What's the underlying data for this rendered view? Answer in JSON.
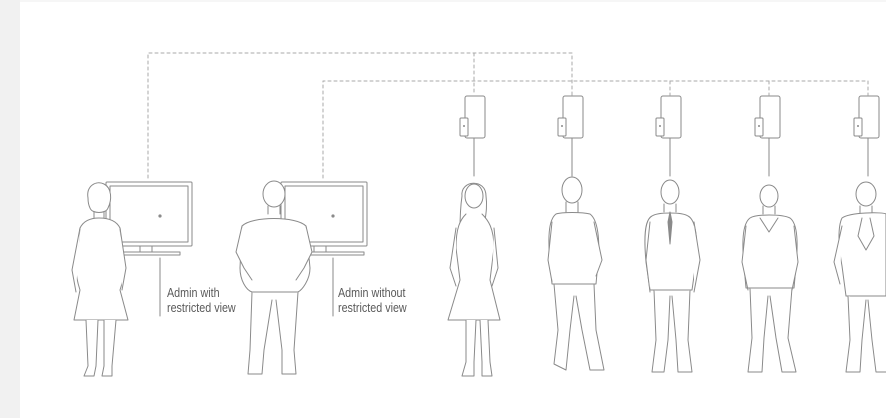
{
  "labels": {
    "admin_restricted": {
      "line1": "Admin with",
      "line2": "restricted view"
    },
    "admin_unrestricted": {
      "line1": "Admin without",
      "line2": "restricted view"
    }
  },
  "colors": {
    "stroke": "#8a8a8a",
    "dashed": "#a8a8a8",
    "text": "#5a5a5a",
    "background": "#ffffff",
    "side_band": "#f1f1f1"
  }
}
